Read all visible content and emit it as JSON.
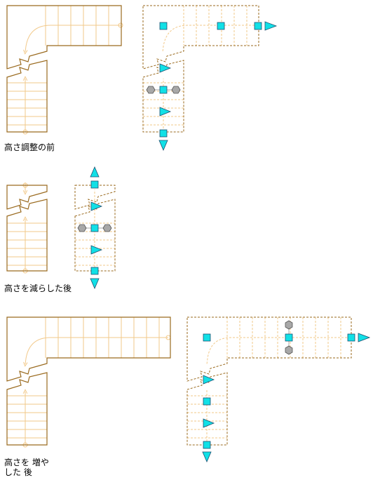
{
  "captions": {
    "before": "高さ調整の前",
    "decreased": "高さを減らした後",
    "increased_line1": "高さを 増や",
    "increased_line2": "した 後"
  },
  "colors": {
    "stair_outline": "#9a6a1e",
    "tread_line": "#f2c98a",
    "grip_square": "#11e0e6",
    "grip_triangle": "#11e0e6",
    "grip_outline": "#1f4f70",
    "grip_hex": "#a8a8a8",
    "path_line": "#f2c98a"
  },
  "grip_icons": [
    "square-grip-icon",
    "triangle-grip-icon",
    "hexagon-grip-icon"
  ]
}
